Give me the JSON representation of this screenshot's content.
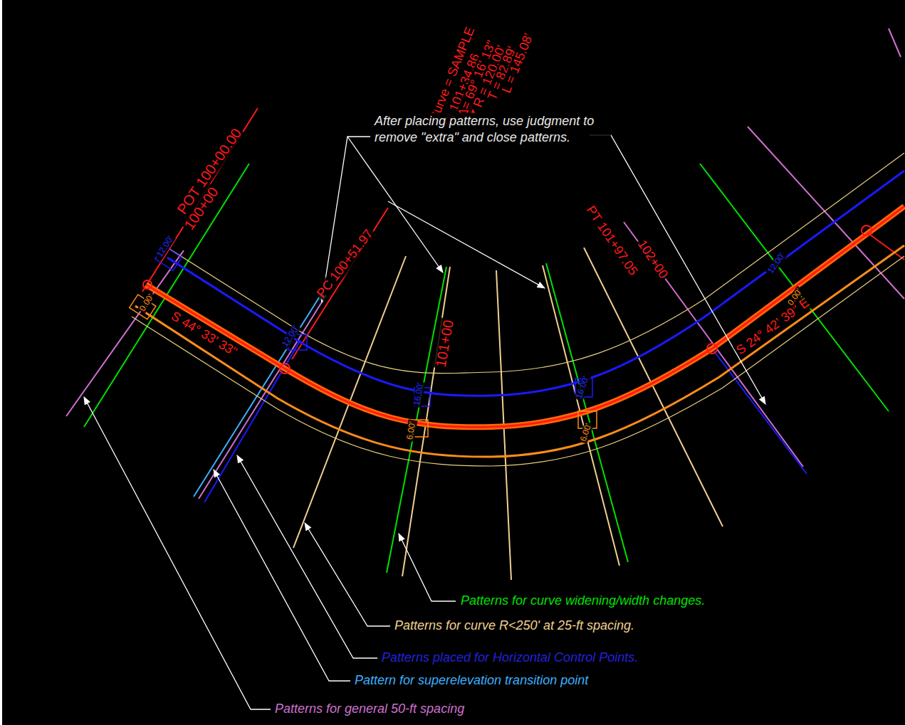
{
  "diagram": {
    "labels": [
      "Curve = SAMPLE",
      "PI 101+34.86",
      "Δ= 69° 16' 13\"",
      "R = 120.00'",
      "T = 82.89'",
      "L = 145.08'",
      "POT 100+00.00",
      "100+00",
      "PC 100+51.97",
      "101+00",
      "PT 101+97.05",
      "102+00",
      "S 44° 33' 33\"",
      "S 24° 42' 39\" E",
      "12.00'",
      "0.00'",
      "12.00'",
      "16.00'",
      "6.00'",
      "16.00'",
      "6.00'",
      "12.00'",
      "0.00'",
      "After placing patterns, use judgment to remove \"extra\" and close patterns.",
      "Patterns for curve widening/width changes.",
      "Patterns for curve R<250' at 25-ft spacing.",
      "Patterns placed for Horizontal Control Points.",
      "Pattern for superelevation transition point",
      "Patterns for general 50-ft spacing"
    ]
  }
}
